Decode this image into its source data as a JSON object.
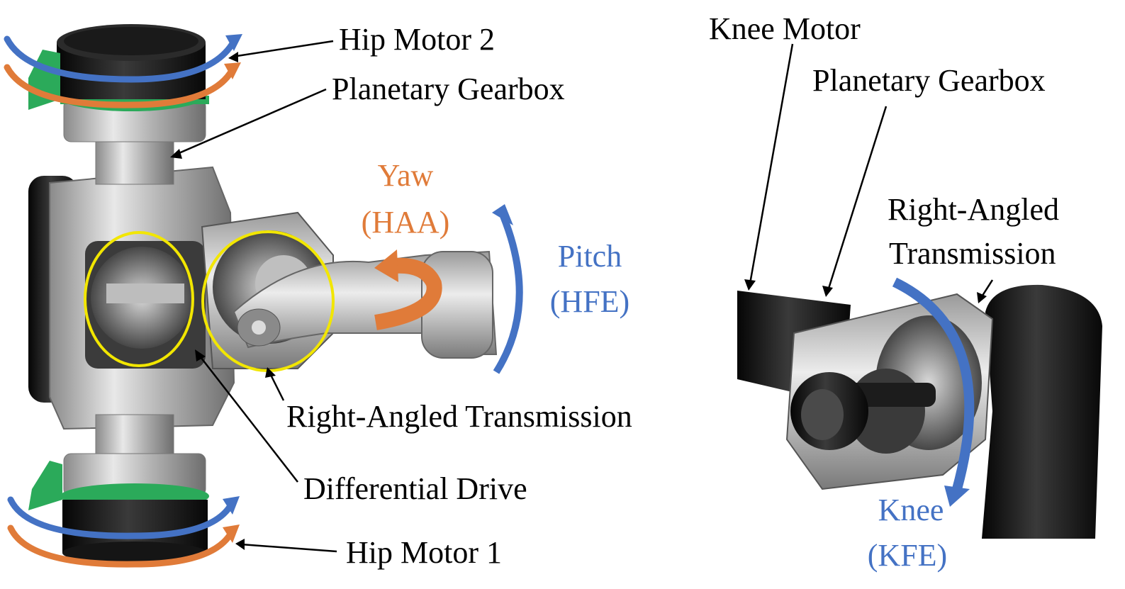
{
  "colors": {
    "orange": "#E07B39",
    "blue": "#4472C4",
    "highlight": "#F2E600",
    "pcb": "#2BAA5A",
    "metal": "#C8C8C8",
    "dark": "#141414"
  },
  "left_assembly": {
    "labels": {
      "hip_motor_2": "Hip Motor 2",
      "planetary_gearbox": "Planetary Gearbox",
      "right_angled_transmission": "Right-Angled Transmission",
      "differential_drive": "Differential Drive",
      "hip_motor_1": "Hip Motor 1"
    },
    "yaw": {
      "line1": "Yaw",
      "line2": "(HAA)"
    },
    "pitch": {
      "line1": "Pitch",
      "line2": "(HFE)"
    }
  },
  "right_assembly": {
    "labels": {
      "knee_motor": "Knee Motor",
      "planetary_gearbox": "Planetary Gearbox",
      "right_angled_line1": "Right-Angled",
      "right_angled_line2": "Transmission"
    },
    "knee": {
      "line1": "Knee",
      "line2": "(KFE)"
    }
  }
}
